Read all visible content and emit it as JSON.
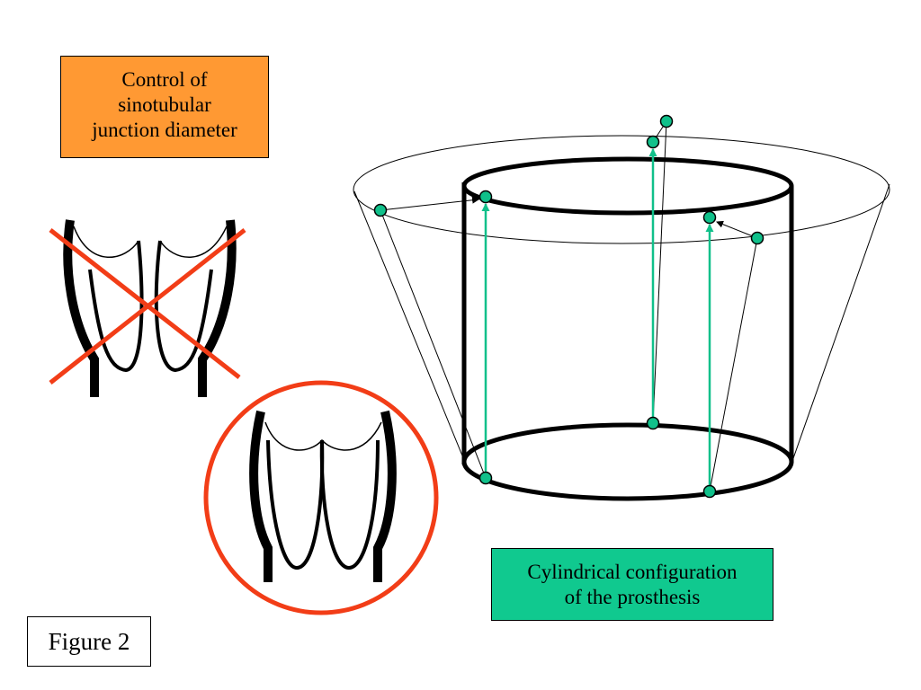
{
  "colors": {
    "orange_box": "#FF9933",
    "green_box": "#10C98F",
    "green_marker": "#10C08A",
    "red_mark": "#F23D17",
    "stroke": "#000000"
  },
  "stj_label": {
    "lines": [
      "Control of",
      "sinotubular",
      "junction diameter"
    ]
  },
  "cylinder_label": {
    "lines": [
      "Cylindrical configuration",
      "of the prosthesis"
    ]
  },
  "figure_label": "Figure 2",
  "icons": {
    "crossed_valve": "crossed-out-valve-icon",
    "circled_valve": "circled-valve-icon"
  }
}
